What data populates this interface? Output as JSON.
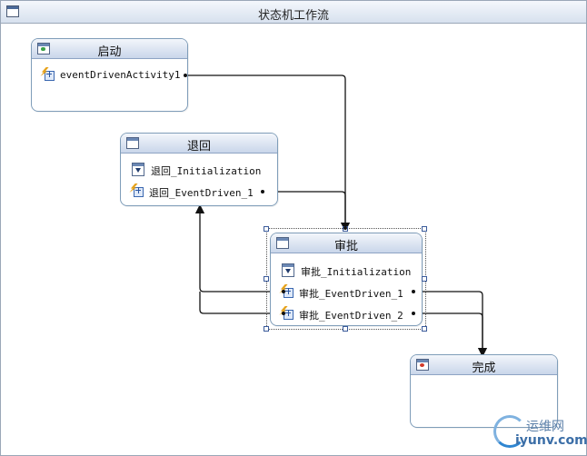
{
  "window": {
    "title": "状态机工作流",
    "window_icon": "window-icon"
  },
  "states": {
    "start": {
      "name": "启动",
      "icon": "initial-state-icon",
      "activities": [
        {
          "label": "eventDrivenActivity1",
          "icon": "event-driven-icon"
        }
      ]
    },
    "reject": {
      "name": "退回",
      "icon": "state-icon",
      "activities": [
        {
          "label": "退回_Initialization",
          "icon": "state-initialization-icon"
        },
        {
          "label": "退回_EventDriven_1",
          "icon": "event-driven-icon"
        }
      ]
    },
    "approve": {
      "name": "审批",
      "icon": "state-icon",
      "selected": true,
      "activities": [
        {
          "label": "审批_Initialization",
          "icon": "state-initialization-icon"
        },
        {
          "label": "审批_EventDriven_1",
          "icon": "event-driven-icon"
        },
        {
          "label": "审批_EventDriven_2",
          "icon": "event-driven-icon"
        }
      ]
    },
    "complete": {
      "name": "完成",
      "icon": "completed-state-icon",
      "activities": []
    }
  },
  "transitions": [
    {
      "from": "启动.eventDrivenActivity1",
      "to": "审批"
    },
    {
      "from": "退回.退回_EventDriven_1",
      "to": "审批"
    },
    {
      "from": "审批.审批_EventDriven_1",
      "to": "退回"
    },
    {
      "from": "审批.审批_EventDriven_2",
      "to": "退回"
    },
    {
      "from": "审批.审批_EventDriven_1",
      "to": "完成"
    },
    {
      "from": "审批.审批_EventDriven_2",
      "to": "完成"
    }
  ],
  "watermark": {
    "text_cn": "运维网",
    "text_en": "iyunv.com"
  },
  "colors": {
    "state_border": "#7f9db9",
    "header_gradient_top": "#f3f6fb",
    "header_gradient_bottom": "#c9d6ea",
    "connector": "#111111",
    "watermark": "#3b6ea7"
  }
}
